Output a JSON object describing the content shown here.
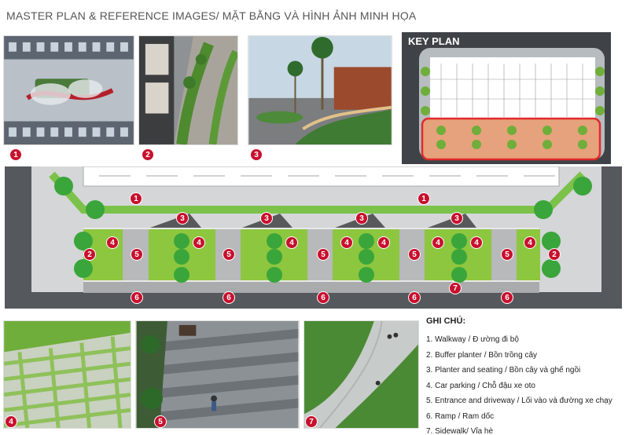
{
  "title": "MASTER PLAN & REFERENCE IMAGES/ MẶT BẰNG VÀ HÌNH ẢNH MINH HỌA",
  "key_plan_title": "KEY PLAN",
  "photo_labels": {
    "p1": "1",
    "p2": "2",
    "p3": "3",
    "p4": "4",
    "p5": "5",
    "p7": "7"
  },
  "plan_markers": [
    "1",
    "1",
    "3",
    "3",
    "3",
    "3",
    "4",
    "4",
    "4",
    "4",
    "4",
    "4",
    "4",
    "4",
    "2",
    "2",
    "5",
    "5",
    "5",
    "5",
    "5",
    "6",
    "6",
    "6",
    "6",
    "6",
    "7"
  ],
  "legend": {
    "title": "GHI CHÚ:",
    "items": [
      "1. Walkway / Đ  ường đi bộ",
      "2. Buffer planter / Bồn  trồng cây",
      "3. Planter and seating / Bồn  cây và ghế ngồi",
      "4. Car parking / Chỗ  đậu xe oto",
      "5. Entrance and driveway /  Lối vào và đường xe chạy",
      "6. Ramp /  Ram dốc",
      "7. Sidewalk/ Vỉa hè"
    ]
  },
  "colors": {
    "marker": "#c8102e",
    "grass": "#8dc63f",
    "tree": "#3aa53a",
    "paving": "#d9d9d9",
    "road": "#5a5d61"
  }
}
